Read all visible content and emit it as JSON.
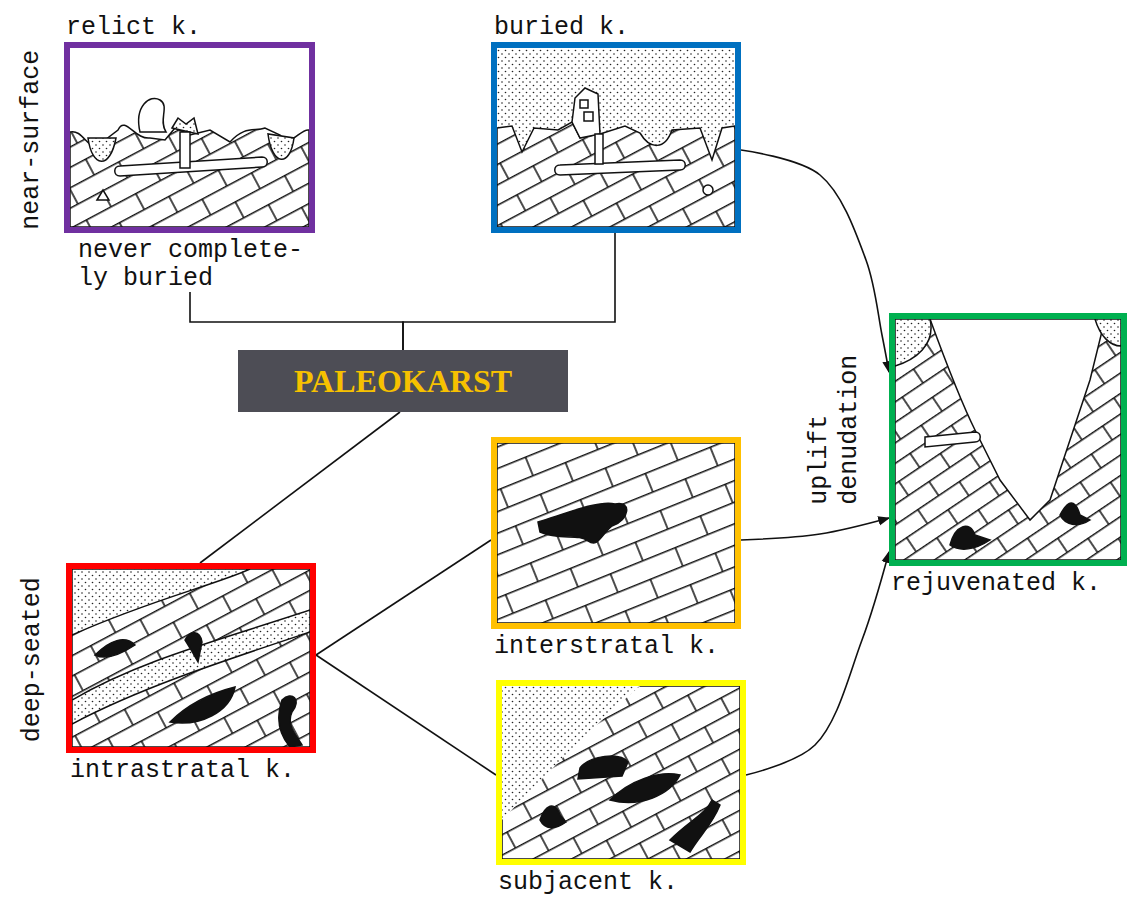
{
  "diagram": {
    "nodes": [
      {
        "text": [
          "relict k.",
          "never complete- ly buried"
        ]
      },
      {
        "text": [
          "buried k."
        ]
      },
      {
        "text": [
          "rejuvenated k."
        ]
      },
      {
        "text": [
          "PALEOKARST"
        ]
      },
      {
        "text": [
          "interstratal k."
        ]
      },
      {
        "text": [
          "intrastratal k."
        ]
      },
      {
        "text": [
          "subjacent k."
        ]
      }
    ],
    "edges": [
      {
        "from": 0,
        "to": 3,
        "arrow": "none"
      },
      {
        "from": 1,
        "to": 3,
        "arrow": "none"
      },
      {
        "from": 3,
        "to": 5,
        "arrow": "none"
      },
      {
        "from": 5,
        "to": 4,
        "arrow": "none"
      },
      {
        "from": 5,
        "to": 6,
        "arrow": "none"
      },
      {
        "from": 1,
        "to": 2,
        "arrow": "to"
      },
      {
        "from": 4,
        "to": 2,
        "arrow": "to"
      },
      {
        "from": 6,
        "to": 2,
        "arrow": "to"
      }
    ],
    "labels": [
      "near-surface",
      "deep-seated",
      "uplift",
      "denudation"
    ]
  }
}
